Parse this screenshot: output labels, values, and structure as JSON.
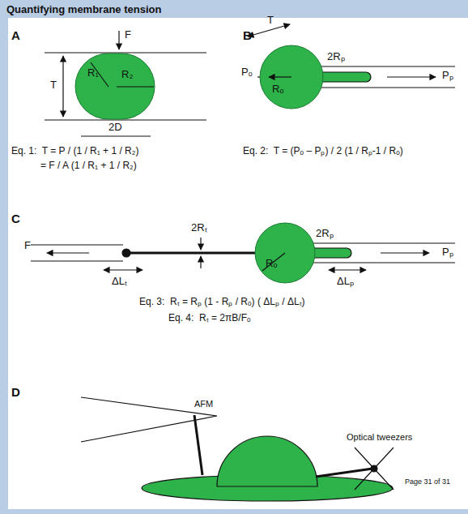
{
  "diagram": {
    "title": "Quantifying membrane tension",
    "nodes": [
      {
        "text": [
          "R₁",
          "R₂"
        ]
      },
      {
        "text": [
          "Rₒ"
        ]
      },
      {
        "text": [
          "Rₒ"
        ]
      }
    ],
    "labels": [
      "A",
      "F",
      "T",
      "2D",
      "Eq. 1:  T = P / (1 / R₁ + 1 / R₂)",
      "= F / A (1 / R₁ + 1 / R₂)",
      "B",
      "T",
      "Pₒ",
      "2Rₚ",
      "Pₚ",
      "Eq. 2:  T = (Pₒ – Pₚ) / 2 (1 / Rₚ-1 / Rₒ)",
      "C",
      "F",
      "ΔLₜ",
      "2Rₜ",
      "2Rₚ",
      "Pₚ",
      "ΔLₚ",
      "Eq. 3:  Rₜ = Rₚ (1 - Rₚ / Rₒ) ( ΔLₚ / ΔLₜ)",
      "Eq. 4:  Rₜ = 2πB/Fₒ",
      "D",
      "AFM",
      "Optical tweezers",
      "Page 31 of 31"
    ]
  }
}
